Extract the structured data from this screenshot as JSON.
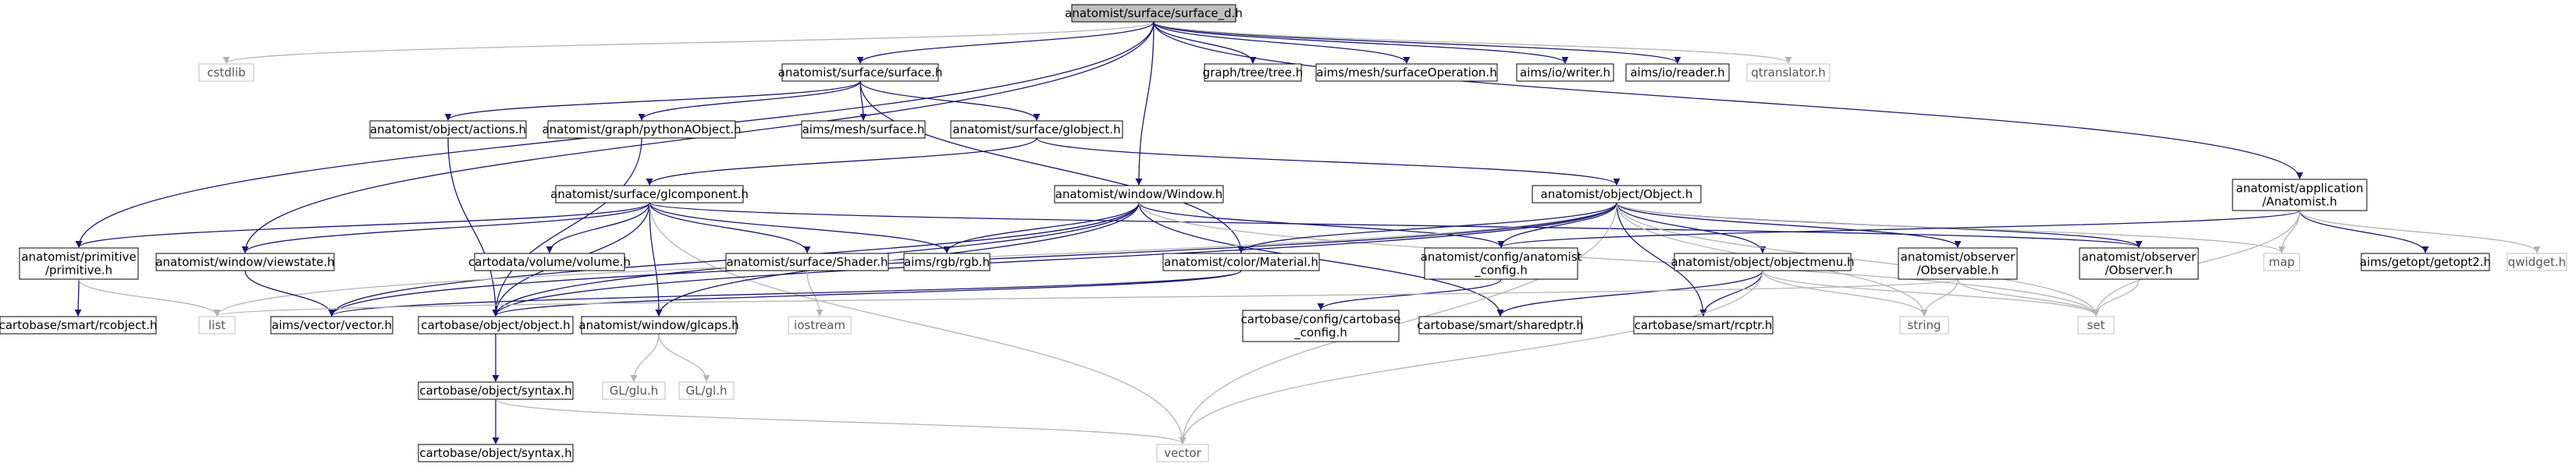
{
  "nodes": [
    {
      "id": "surface_d",
      "label": [
        "anatomist/surface/surface_d.h"
      ],
      "kind": "root"
    },
    {
      "id": "cstdlib",
      "label": [
        "cstdlib"
      ],
      "kind": "external"
    },
    {
      "id": "surface_h",
      "label": [
        "anatomist/surface/surface.h"
      ],
      "kind": "local"
    },
    {
      "id": "graph_tree",
      "label": [
        "graph/tree/tree.h"
      ],
      "kind": "local"
    },
    {
      "id": "surfaceOperation",
      "label": [
        "aims/mesh/surfaceOperation.h"
      ],
      "kind": "local"
    },
    {
      "id": "aims_writer",
      "label": [
        "aims/io/writer.h"
      ],
      "kind": "local"
    },
    {
      "id": "aims_reader",
      "label": [
        "aims/io/reader.h"
      ],
      "kind": "local"
    },
    {
      "id": "qtranslator",
      "label": [
        "qtranslator.h"
      ],
      "kind": "external"
    },
    {
      "id": "actions",
      "label": [
        "anatomist/object/actions.h"
      ],
      "kind": "local"
    },
    {
      "id": "pythonAObject",
      "label": [
        "anatomist/graph/pythonAObject.h"
      ],
      "kind": "local"
    },
    {
      "id": "aims_mesh_surface",
      "label": [
        "aims/mesh/surface.h"
      ],
      "kind": "local"
    },
    {
      "id": "globject",
      "label": [
        "anatomist/surface/globject.h"
      ],
      "kind": "local"
    },
    {
      "id": "glcomponent",
      "label": [
        "anatomist/surface/glcomponent.h"
      ],
      "kind": "local"
    },
    {
      "id": "window",
      "label": [
        "anatomist/window/Window.h"
      ],
      "kind": "local"
    },
    {
      "id": "object_h",
      "label": [
        "anatomist/object/Object.h"
      ],
      "kind": "local"
    },
    {
      "id": "anatomist_app",
      "label": [
        "anatomist/application",
        "/Anatomist.h"
      ],
      "kind": "local"
    },
    {
      "id": "primitive",
      "label": [
        "anatomist/primitive",
        "/primitive.h"
      ],
      "kind": "local"
    },
    {
      "id": "viewstate",
      "label": [
        "anatomist/window/viewstate.h"
      ],
      "kind": "local"
    },
    {
      "id": "volume",
      "label": [
        "cartodata/volume/volume.h"
      ],
      "kind": "local"
    },
    {
      "id": "shader",
      "label": [
        "anatomist/surface/Shader.h"
      ],
      "kind": "local"
    },
    {
      "id": "rgb",
      "label": [
        "aims/rgb/rgb.h"
      ],
      "kind": "local"
    },
    {
      "id": "material",
      "label": [
        "anatomist/color/Material.h"
      ],
      "kind": "local"
    },
    {
      "id": "anatomist_config",
      "label": [
        "anatomist/config/anatomist",
        "_config.h"
      ],
      "kind": "local"
    },
    {
      "id": "objectmenu",
      "label": [
        "anatomist/object/objectmenu.h"
      ],
      "kind": "local"
    },
    {
      "id": "observable",
      "label": [
        "anatomist/observer",
        "/Observable.h"
      ],
      "kind": "local"
    },
    {
      "id": "observer",
      "label": [
        "anatomist/observer",
        "/Observer.h"
      ],
      "kind": "local"
    },
    {
      "id": "map",
      "label": [
        "map"
      ],
      "kind": "external"
    },
    {
      "id": "getopt2",
      "label": [
        "aims/getopt/getopt2.h"
      ],
      "kind": "local"
    },
    {
      "id": "qwidget",
      "label": [
        "qwidget.h"
      ],
      "kind": "external"
    },
    {
      "id": "rcobject",
      "label": [
        "cartobase/smart/rcobject.h"
      ],
      "kind": "local"
    },
    {
      "id": "list",
      "label": [
        "list"
      ],
      "kind": "external"
    },
    {
      "id": "aims_vector",
      "label": [
        "aims/vector/vector.h"
      ],
      "kind": "local"
    },
    {
      "id": "carto_object",
      "label": [
        "cartobase/object/object.h"
      ],
      "kind": "local"
    },
    {
      "id": "glcaps",
      "label": [
        "anatomist/window/glcaps.h"
      ],
      "kind": "local"
    },
    {
      "id": "iostream",
      "label": [
        "iostream"
      ],
      "kind": "external"
    },
    {
      "id": "cartobase_config",
      "label": [
        "cartobase/config/cartobase",
        "_config.h"
      ],
      "kind": "local"
    },
    {
      "id": "sharedptr",
      "label": [
        "cartobase/smart/sharedptr.h"
      ],
      "kind": "local"
    },
    {
      "id": "rcptr",
      "label": [
        "cartobase/smart/rcptr.h"
      ],
      "kind": "local"
    },
    {
      "id": "string",
      "label": [
        "string"
      ],
      "kind": "external"
    },
    {
      "id": "set",
      "label": [
        "set"
      ],
      "kind": "external"
    },
    {
      "id": "glu",
      "label": [
        "GL/glu.h"
      ],
      "kind": "external"
    },
    {
      "id": "gl",
      "label": [
        "GL/gl.h"
      ],
      "kind": "external"
    },
    {
      "id": "syntax1",
      "label": [
        "cartobase/object/syntax.h"
      ],
      "kind": "local"
    },
    {
      "id": "vector",
      "label": [
        "vector"
      ],
      "kind": "external"
    },
    {
      "id": "syntax2",
      "label": [
        "cartobase/object/syntax.h"
      ],
      "kind": "local"
    }
  ],
  "edges": [
    [
      "surface_d",
      "cstdlib"
    ],
    [
      "surface_d",
      "surface_h"
    ],
    [
      "surface_d",
      "graph_tree"
    ],
    [
      "surface_d",
      "surfaceOperation"
    ],
    [
      "surface_d",
      "aims_writer"
    ],
    [
      "surface_d",
      "aims_reader"
    ],
    [
      "surface_d",
      "qtranslator"
    ],
    [
      "surface_d",
      "window"
    ],
    [
      "surface_d",
      "anatomist_app"
    ],
    [
      "surface_d",
      "primitive"
    ],
    [
      "surface_d",
      "viewstate"
    ],
    [
      "surface_h",
      "actions"
    ],
    [
      "surface_h",
      "pythonAObject"
    ],
    [
      "surface_h",
      "aims_mesh_surface"
    ],
    [
      "surface_h",
      "globject"
    ],
    [
      "surface_h",
      "material"
    ],
    [
      "actions",
      "carto_object"
    ],
    [
      "pythonAObject",
      "carto_object"
    ],
    [
      "globject",
      "glcomponent"
    ],
    [
      "globject",
      "object_h"
    ],
    [
      "glcomponent",
      "primitive"
    ],
    [
      "glcomponent",
      "viewstate"
    ],
    [
      "glcomponent",
      "volume"
    ],
    [
      "glcomponent",
      "shader"
    ],
    [
      "glcomponent",
      "rgb"
    ],
    [
      "glcomponent",
      "carto_object"
    ],
    [
      "glcomponent",
      "glcaps"
    ],
    [
      "glcomponent",
      "vector"
    ],
    [
      "glcomponent",
      "observer"
    ],
    [
      "window",
      "rgb"
    ],
    [
      "window",
      "anatomist_config"
    ],
    [
      "window",
      "aims_vector"
    ],
    [
      "window",
      "glcaps"
    ],
    [
      "window",
      "sharedptr"
    ],
    [
      "window",
      "carto_object"
    ],
    [
      "window",
      "set"
    ],
    [
      "object_h",
      "list"
    ],
    [
      "object_h",
      "material"
    ],
    [
      "object_h",
      "anatomist_config"
    ],
    [
      "object_h",
      "objectmenu"
    ],
    [
      "object_h",
      "observable"
    ],
    [
      "object_h",
      "observer"
    ],
    [
      "object_h",
      "rcptr"
    ],
    [
      "object_h",
      "string"
    ],
    [
      "object_h",
      "vector"
    ],
    [
      "object_h",
      "set"
    ],
    [
      "object_h",
      "map"
    ],
    [
      "object_h",
      "aims_vector"
    ],
    [
      "object_h",
      "carto_object"
    ],
    [
      "anatomist_app",
      "anatomist_config"
    ],
    [
      "anatomist_app",
      "map"
    ],
    [
      "anatomist_app",
      "set"
    ],
    [
      "anatomist_app",
      "getopt2"
    ],
    [
      "anatomist_app",
      "qwidget"
    ],
    [
      "primitive",
      "rcobject"
    ],
    [
      "primitive",
      "list"
    ],
    [
      "viewstate",
      "aims_vector"
    ],
    [
      "shader",
      "iostream"
    ],
    [
      "material",
      "aims_vector"
    ],
    [
      "material",
      "carto_object"
    ],
    [
      "anatomist_config",
      "cartobase_config"
    ],
    [
      "objectmenu",
      "rcptr"
    ],
    [
      "objectmenu",
      "sharedptr"
    ],
    [
      "objectmenu",
      "string"
    ],
    [
      "objectmenu",
      "set"
    ],
    [
      "objectmenu",
      "vector"
    ],
    [
      "observable",
      "string"
    ],
    [
      "observable",
      "set"
    ],
    [
      "observable",
      "list"
    ],
    [
      "observer",
      "set"
    ],
    [
      "carto_object",
      "syntax1"
    ],
    [
      "glcaps",
      "glu"
    ],
    [
      "glcaps",
      "gl"
    ],
    [
      "syntax1",
      "syntax2"
    ],
    [
      "syntax1",
      "vector"
    ]
  ],
  "colors": {
    "edge": "#191970",
    "external_edge": "#b4b4b4",
    "node_border": "#000000",
    "external_border": "#bfbfbf",
    "root_fill": "#bfbfbf",
    "node_fill": "#ffffff"
  }
}
